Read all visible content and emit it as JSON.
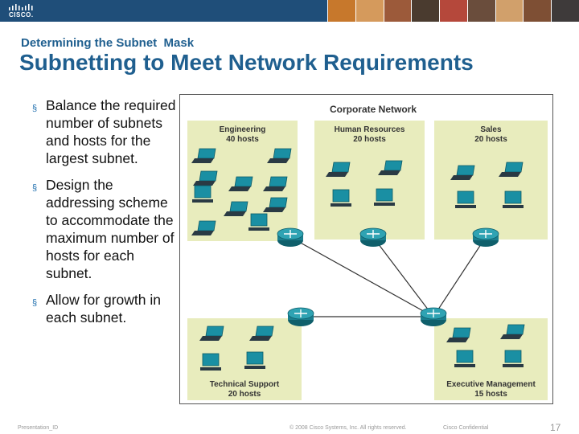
{
  "header": {
    "logo_text": "CISCO.",
    "brand_color": "#1f4e79",
    "photo_colors": [
      "#c7782c",
      "#d59a5c",
      "#9c5a3a",
      "#4a3b2f",
      "#b5483b",
      "#6a4d3c",
      "#d1a06b",
      "#7e4f34",
      "#3e3a3a"
    ]
  },
  "slide": {
    "subtitle": "Determining the Subnet  Mask",
    "title": "Subnetting to Meet Network Requirements",
    "bullets": [
      "Balance the required number of subnets and hosts for the largest subnet.",
      "Design the addressing scheme to accommodate the maximum number of hosts for each subnet.",
      "Allow for growth in each subnet."
    ],
    "bullet_marker": "§"
  },
  "diagram": {
    "title": "Corporate Network",
    "zone_color": "#e8ecbd",
    "router_color": "#1a7f8f",
    "pc_color": "#1a8fa3",
    "zones": [
      {
        "name": "Engineering",
        "hosts": "40 hosts"
      },
      {
        "name": "Human Resources",
        "hosts": "20 hosts"
      },
      {
        "name": "Sales",
        "hosts": "20 hosts"
      },
      {
        "name": "Technical Support",
        "hosts": "20 hosts"
      },
      {
        "name": "Executive Management",
        "hosts": "15 hosts"
      }
    ]
  },
  "footer": {
    "left": "Presentation_ID",
    "center": "© 2008 Cisco Systems, Inc. All rights reserved.",
    "right": "Cisco Confidential",
    "page": "17"
  }
}
